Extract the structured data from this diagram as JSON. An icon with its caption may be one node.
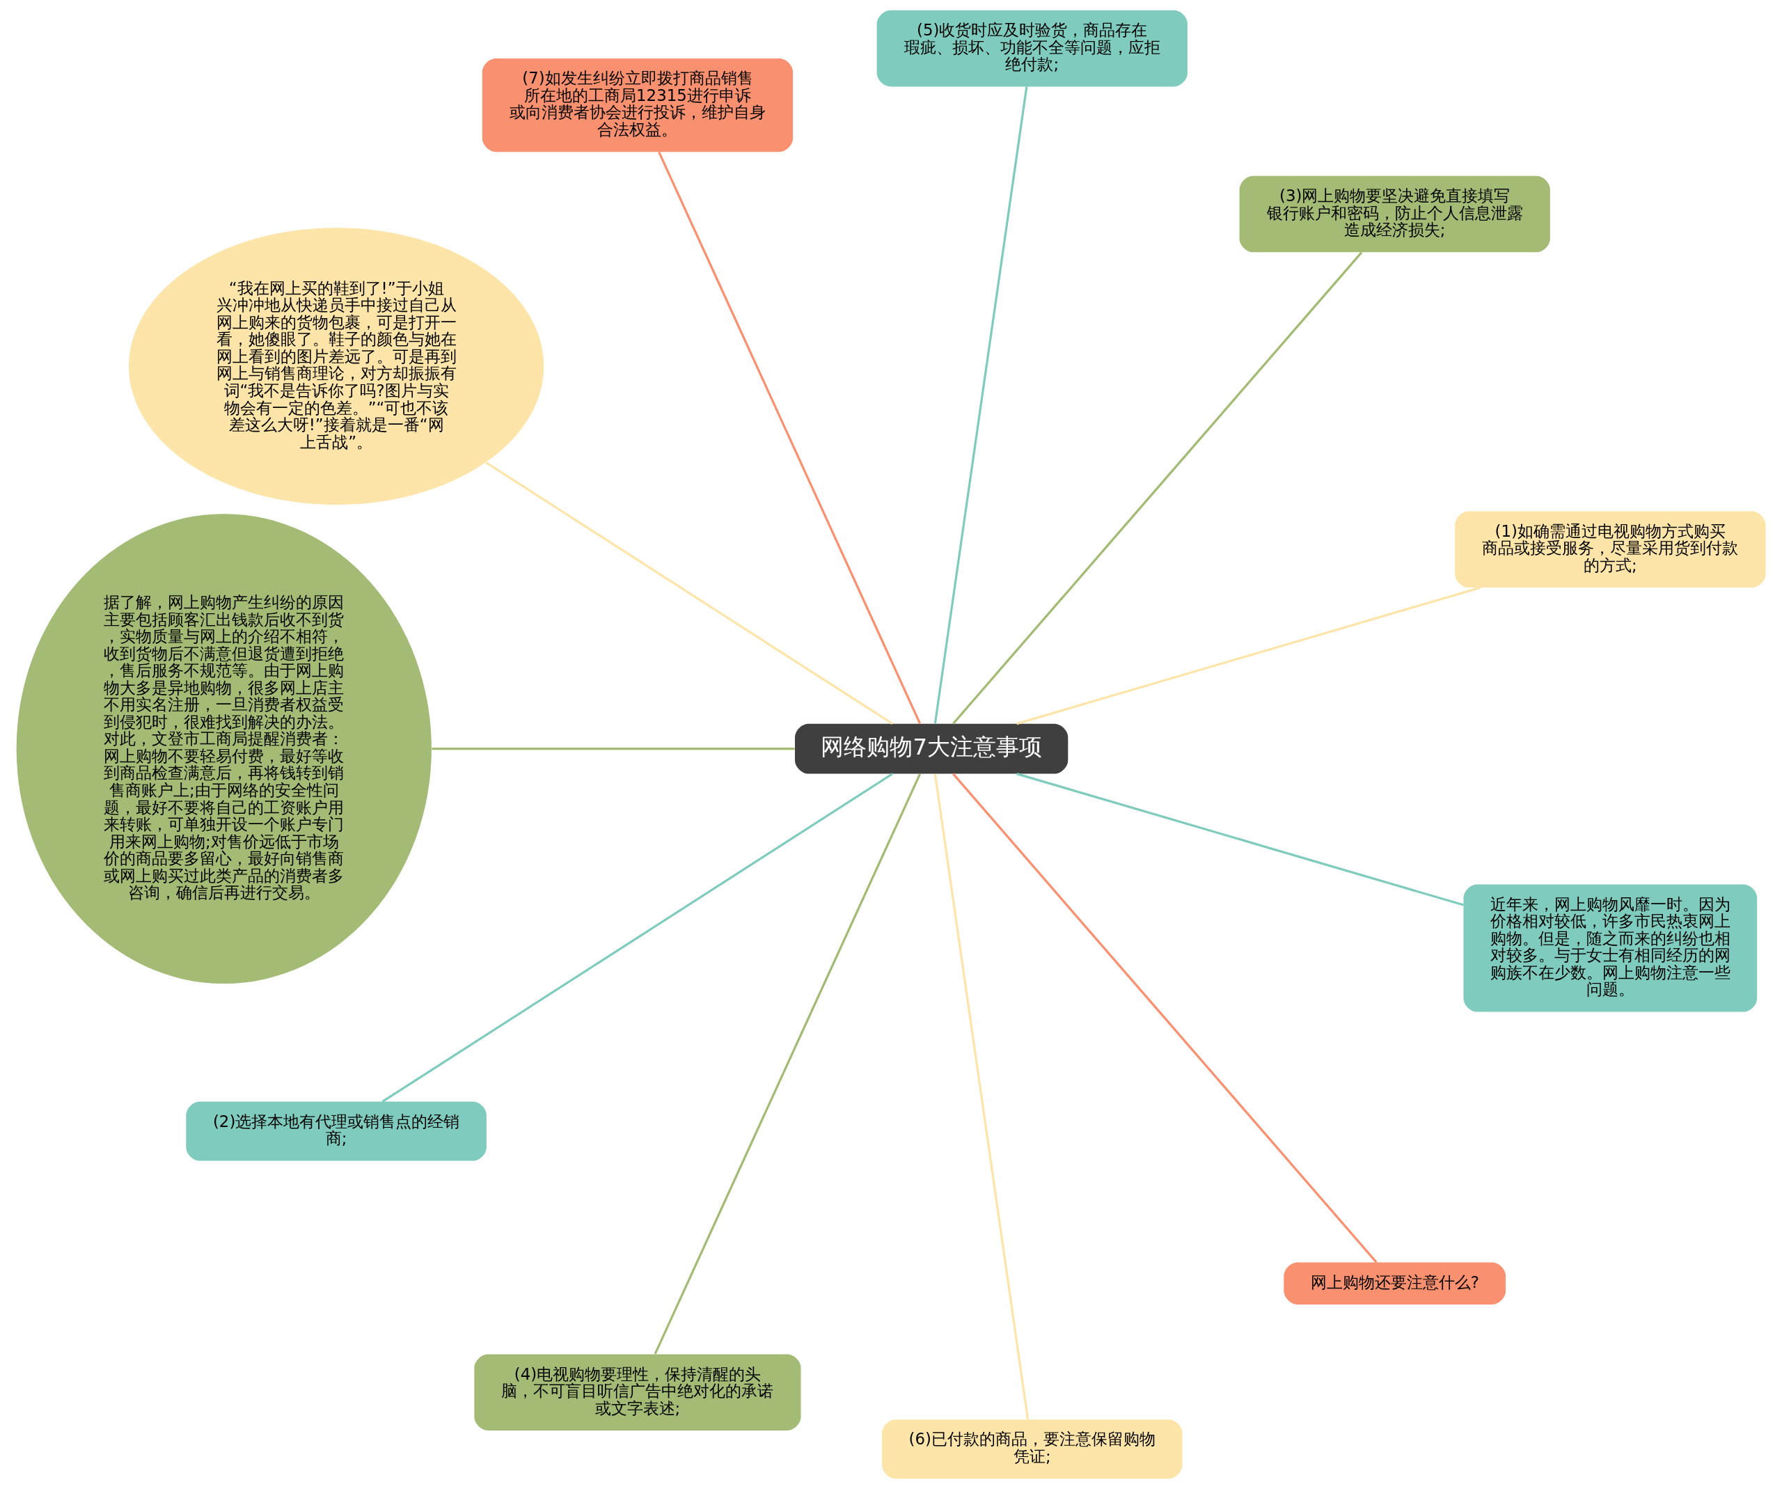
{
  "diagram": {
    "nodes": [
      {
        "text": [
          "网络购物7大注意事项"
        ]
      },
      {
        "text": [
          "(1)如确需通过电视购物方式购买商品或接受服务，尽量采用货到付款的方式;"
        ]
      },
      {
        "text": [
          "(3)网上购物要坚决避免直接填写银行账户和密码，防止个人信息泄露造成经济损失;"
        ]
      },
      {
        "text": [
          "(5)收货时应及时验货，商品存在瑕疵、损坏、功能不全等问题，应拒绝付款;"
        ]
      },
      {
        "text": [
          "(7)如发生纠纷立即拨打商品销售所在地的工商局12315进行申诉或向消费者协会进行投诉，维护自身合法权益。"
        ]
      },
      {
        "text": [
          "“我在网上买的鞋到了!”于小姐兴冲冲地从快递员手中接过自己从网上购来的货物包裹，可是打开一看，她傻眼了。鞋子的颜色与她在网上看到的图片差远了。可是再到网上与销售商理论，对方却振振有词“我不是告诉你了吗?图片与实物会有一定的色差。”“可也不该差这么大呀!”接着就是一番“网上舌战”。"
        ]
      },
      {
        "text": [
          "据了解，网上购物产生纠纷的原因主要包括顾客汇出钱款后收不到货，实物质量与网上的介绍不相符，收到货物后不满意但退货遭到拒绝，售后服务不规范等。由于网上购物大多是异地购物，很多网上店主不用实名注册，一旦消费者权益受到侵犯时，很难找到解决的办法。对此，文登市工商局提醒消费者：网上购物不要轻易付费，最好等收到商品检查满意后，再将钱转到销售商账户上;由于网络的安全性问题，最好不要将自己的工资账户用来转账，可单独开设一个账户专门用来网上购物;对售价远低于市场价的商品要多留心，最好向销售商或网上购买过此类产品的消费者多咨询，确信后再进行交易。"
        ]
      },
      {
        "text": [
          "(2)选择本地有代理或销售点的经销商;"
        ]
      },
      {
        "text": [
          "(4)电视购物要理性，保持清醒的头脑，不可盲目听信广告中绝对化的承诺或文字表述;"
        ]
      },
      {
        "text": [
          "(6)已付款的商品，要注意保留购物凭证;"
        ]
      },
      {
        "text": [
          "网上购物还要注意什么?"
        ]
      },
      {
        "text": [
          "近年来，网上购物风靡一时。因为价格相对较低，许多市民热衷网上购物。但是，随之而来的纠纷也相对较多。与于女士有相同经历的网购族不在少数。网上购物注意一些问题。"
        ]
      }
    ],
    "edges": [
      {
        "from": 0,
        "to": 1,
        "arrow": "none",
        "color": "#fde4a8"
      },
      {
        "from": 0,
        "to": 2,
        "arrow": "none",
        "color": "#a3bb74"
      },
      {
        "from": 0,
        "to": 3,
        "arrow": "none",
        "color": "#7fcbbd"
      },
      {
        "from": 0,
        "to": 4,
        "arrow": "none",
        "color": "#f9906f"
      },
      {
        "from": 0,
        "to": 5,
        "arrow": "none",
        "color": "#fde4a8"
      },
      {
        "from": 0,
        "to": 6,
        "arrow": "none",
        "color": "#a3bb74"
      },
      {
        "from": 0,
        "to": 7,
        "arrow": "none",
        "color": "#7fcbbd"
      },
      {
        "from": 0,
        "to": 8,
        "arrow": "none",
        "color": "#a3bb74"
      },
      {
        "from": 0,
        "to": 9,
        "arrow": "none",
        "color": "#fde4a8"
      },
      {
        "from": 0,
        "to": 10,
        "arrow": "none",
        "color": "#f9906f"
      },
      {
        "from": 0,
        "to": 11,
        "arrow": "none",
        "color": "#7fcbbd"
      }
    ]
  }
}
